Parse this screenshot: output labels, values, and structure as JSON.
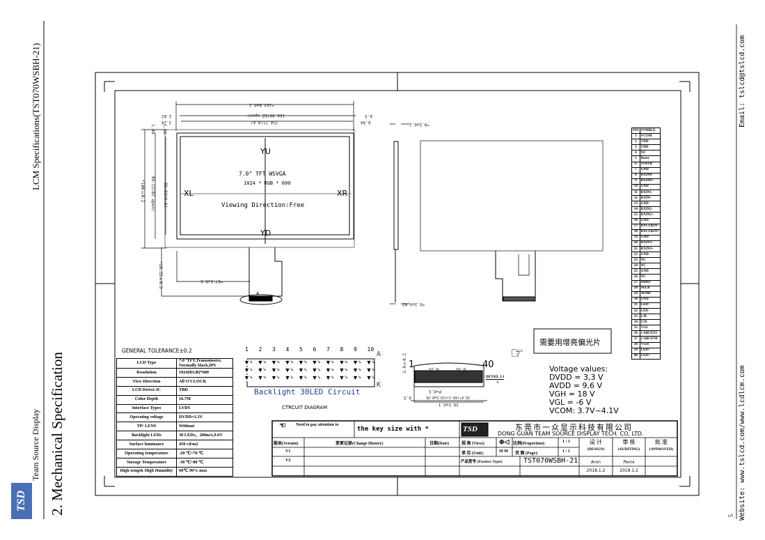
{
  "header": {
    "logo": "TSD",
    "company": "Team Source Display",
    "doc_title": "LCM Specifications(TST070WSBH-21)",
    "section": "2.   Mechanical Specification",
    "email": "Email:  tslcd@tslcd.com",
    "website": "Website:  www.tslcd.com/www.lcdlcm.com",
    "page_number": "5"
  },
  "drawing": {
    "yu": "YU",
    "yd": "YD",
    "xl": "XL",
    "xr": "XR",
    "panel_title": "7.0\" TFT WSVGA",
    "panel_res": "1024 * RGB * 600",
    "viewing": "Viewing Direction:Free",
    "detail_ref": "A",
    "dims": {
      "overall_w": "*164.9±0.2",
      "bz_w": "156.88(BZ open)",
      "aa_w": "154.21(A.A)",
      "l1": "2.82",
      "l2": "3.24",
      "r1": "6.5",
      "r2": "6.94",
      "overall_h": "*100±0.2",
      "bz_h": "89.12(BZ open)",
      "aa_h": "85.92(A.A)",
      "t1": "1.48",
      "t2": "1.60",
      "fpc_h": "*18.35±0.5",
      "fpc_x": "*67.5±0.5",
      "thick": "*8.5±0.2",
      "fpc_t": "*0.3±0.03"
    }
  },
  "tolerance": "GENERAL  TOLERANCE±0.2",
  "specs": [
    [
      "LCD Type",
      "7.0\"TFT,Transmissive, Normally black,IPS"
    ],
    [
      "Resolution",
      "1024(RGB)*600"
    ],
    [
      "View Direction",
      "All  O'CLOCK"
    ],
    [
      "LCD Driver IC",
      "TBD"
    ],
    [
      "Color Depth",
      "16.7M"
    ],
    [
      "Interface Types",
      "LVDS"
    ],
    [
      "Operating voltage",
      "DVDD=3.3V"
    ],
    [
      "TP/ LENS",
      "Without"
    ],
    [
      "Backlight LEDs",
      "30 LEDs，200mA,9.6V"
    ],
    [
      "Surface luminance",
      "450 cd/m2"
    ],
    [
      "Operating temperature",
      "-20 ℃~70 ℃"
    ],
    [
      "Storage Temperature",
      "-30 ℃~80 ℃"
    ],
    [
      "High temp& High Humidity",
      "60℃  90% max"
    ]
  ],
  "backlight": {
    "columns": [
      "1",
      "2",
      "3",
      "4",
      "5",
      "6",
      "7",
      "8",
      "9",
      "10"
    ],
    "anode": "A",
    "cathode": "K",
    "title": "Backlight 30LED Circuit",
    "caption": "CTRCUIT DIAGRAM"
  },
  "detail": {
    "pin_first": "1",
    "pin_last": "40",
    "height": "3.6±0.2",
    "w1": "0.35",
    "w2": "0.35",
    "pitch": "P=0.5",
    "edge": "0.5",
    "span": "20.0*(40-1)=19.5±0.05",
    "total": "20.5±0.1",
    "label": "DETAIL 3:1",
    "label_ref": "A"
  },
  "note_cn": "需要用增亮偏光片",
  "voltage": {
    "title": "Voltage values:",
    "lines": [
      "DVDD = 3,3 V",
      "AVDD = 9,6 V",
      "VGH = 18 V",
      "VGL = -6 V",
      "VCOM: 3.7V~4.1V"
    ]
  },
  "pins_header": [
    "PIN",
    "SYMBLE"
  ],
  "pins": [
    "VCOM",
    "VDD",
    "VDD",
    "NC",
    "Reset",
    "STBYB",
    "GND",
    "RXIN0-",
    "RXIN0+",
    "GND",
    "RXIN1-",
    "RXIN+",
    "GND",
    "RXIN2-",
    "RXIN2+",
    "GND",
    "RXCLKIN-",
    "RXCLKIN+",
    "GND",
    "RXIN3-",
    "RXIN3+",
    "GND",
    "NC",
    "NC",
    "GND",
    "NC",
    "DIMO",
    "SELB",
    "AVDD",
    "GND",
    "LED-",
    "LED-",
    "L/R",
    "U/D",
    "VGL",
    "CABCEN1",
    "CABCEN0",
    "VGH",
    "LED+",
    "LED+"
  ],
  "title_block": {
    "attention": "Need to pay attention to",
    "key_size": "the key size with *",
    "company_cn": "东莞市一众显示科技有限公司",
    "company_en": "DONG GUAN TEAM SOURCE DISPLAY TECH. CO, LTD.",
    "version_h": "版本(Version)",
    "history_h": "变更记录(Change History)",
    "date_h": "日期(Date)",
    "v1": "V1",
    "v2": "V2",
    "view_l": "视  角 (View):",
    "proportion_l": "比例(Proportion):",
    "proportion": "1 : 1",
    "unit_l": "单  位 (Unit):",
    "unit": "M M",
    "page_l": "页    面 (Page):",
    "page": "1 / 1",
    "product_l": "产品型号 (Product Type):",
    "product": "TST070WSBH-21",
    "design_cn": "设 计",
    "design_en": "(DESIGN)",
    "audit_cn": "审 核",
    "audit_en": "(AUDITING)",
    "approve_cn": "批 准",
    "approve_en": "(APPROVED)",
    "designer": "Aron",
    "design_date": "2018.1.2",
    "auditor": "Penix",
    "audit_date": "2018.1.2"
  }
}
